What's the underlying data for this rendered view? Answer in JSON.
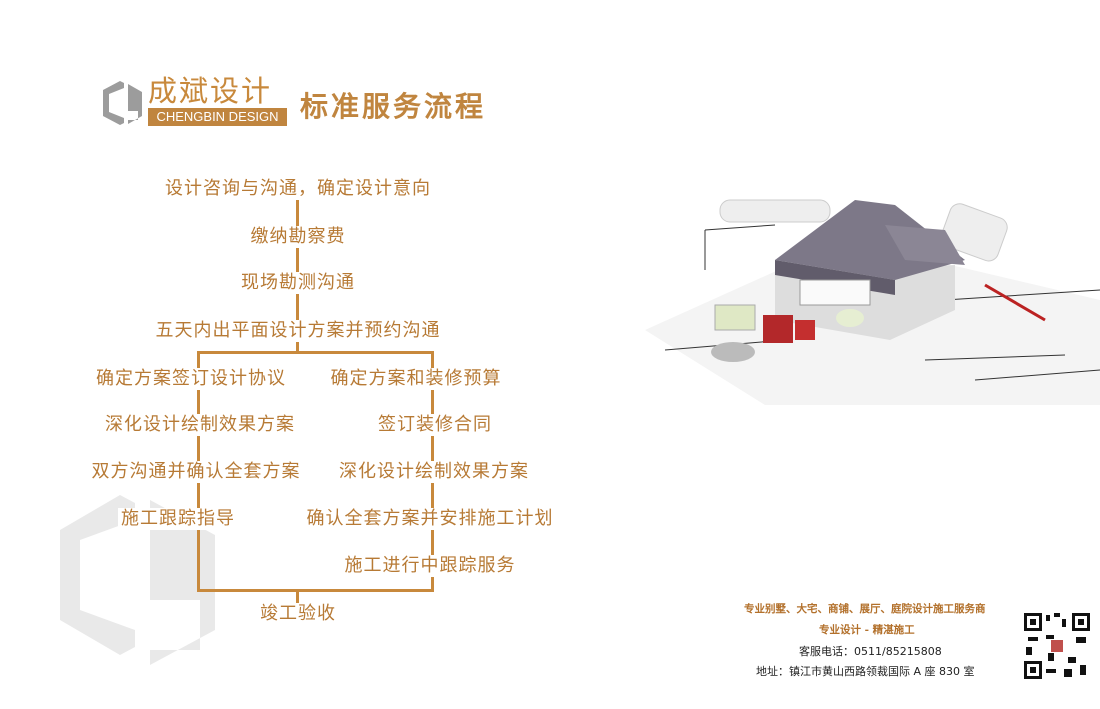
{
  "brand": {
    "name_cn": "成斌设计",
    "name_en": "CHENGBIN DESIGN",
    "title": "标准服务流程",
    "color": "#c8893c"
  },
  "flow": {
    "top": [
      "设计咨询与沟通，确定设计意向",
      "缴纳勘察费",
      "现场勘测沟通",
      "五天内出平面设计方案并预约沟通"
    ],
    "left": [
      "确定方案签订设计协议",
      "深化设计绘制效果方案",
      "双方沟通并确认全套方案",
      "施工跟踪指导"
    ],
    "right": [
      "确定方案和装修预算",
      "签订装修合同",
      "深化设计绘制效果方案",
      "确认全套方案并安排施工计划",
      "施工进行中跟踪服务"
    ],
    "end": "竣工验收"
  },
  "footer": {
    "tagline1": "专业别墅、大宅、商铺、展厅、庭院设计施工服务商",
    "tagline2": "专业设计 - 精湛施工",
    "phone": "客服电话：0511/85215808",
    "address": "地址：镇江市黄山西路领裁国际 A 座 830 室"
  }
}
